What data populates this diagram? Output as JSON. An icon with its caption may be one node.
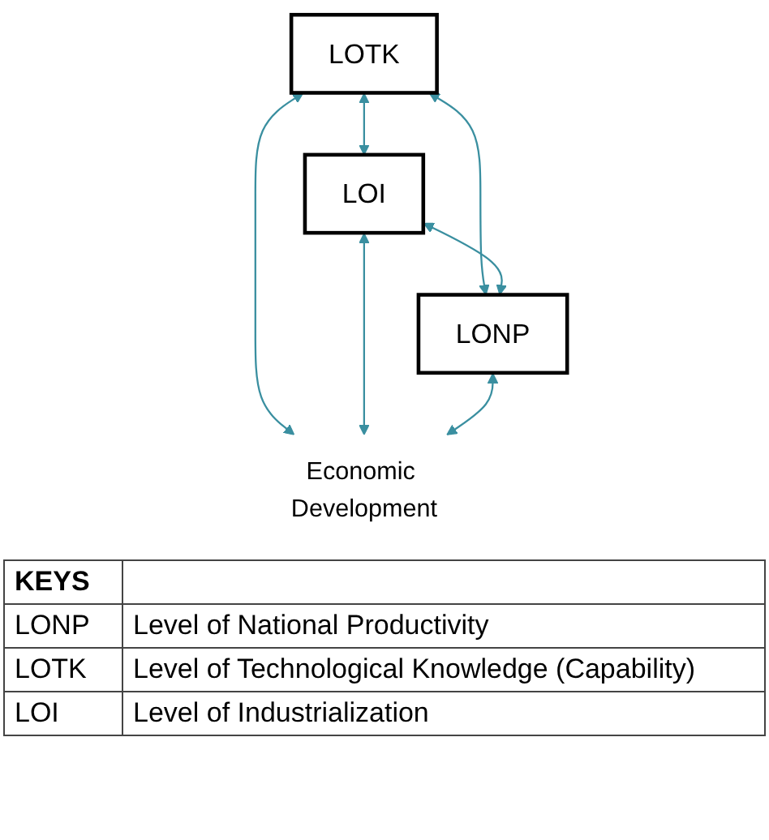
{
  "diagram": {
    "nodes": [
      {
        "text": [
          "LOTK"
        ]
      },
      {
        "text": [
          "Economic Development"
        ]
      },
      {
        "text": [
          "LOI"
        ]
      },
      {
        "text": [
          "LONP"
        ]
      }
    ],
    "edges": [
      {
        "from": 0,
        "to": 2,
        "arrow": "both"
      },
      {
        "from": 0,
        "to": 3,
        "arrow": "both"
      },
      {
        "from": 0,
        "to": 1,
        "arrow": "both"
      },
      {
        "from": 2,
        "to": 3,
        "arrow": "both"
      },
      {
        "from": 2,
        "to": 1,
        "arrow": "both"
      },
      {
        "from": 3,
        "to": 1,
        "arrow": "both"
      }
    ],
    "labels": [
      "KEYS",
      "LONP",
      "Level of National Productivity",
      "LOTK",
      "Level of Technological Knowledge (Capability)",
      "LOI",
      "Level of Industrialization"
    ]
  }
}
